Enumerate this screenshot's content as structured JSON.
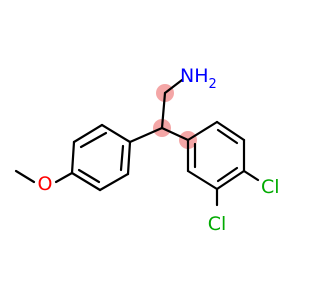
{
  "molecule": {
    "labels": {
      "amine": "NH",
      "amine_subscript": "2",
      "methoxy_oxygen": "O",
      "chlorine_para": "Cl",
      "chlorine_meta": "Cl"
    },
    "colors": {
      "carbon_bond": "#000000",
      "nitrogen": "#0000ff",
      "oxygen": "#ff0000",
      "chlorine": "#00aa00",
      "stereo_highlight": "#f4a6a6"
    }
  }
}
